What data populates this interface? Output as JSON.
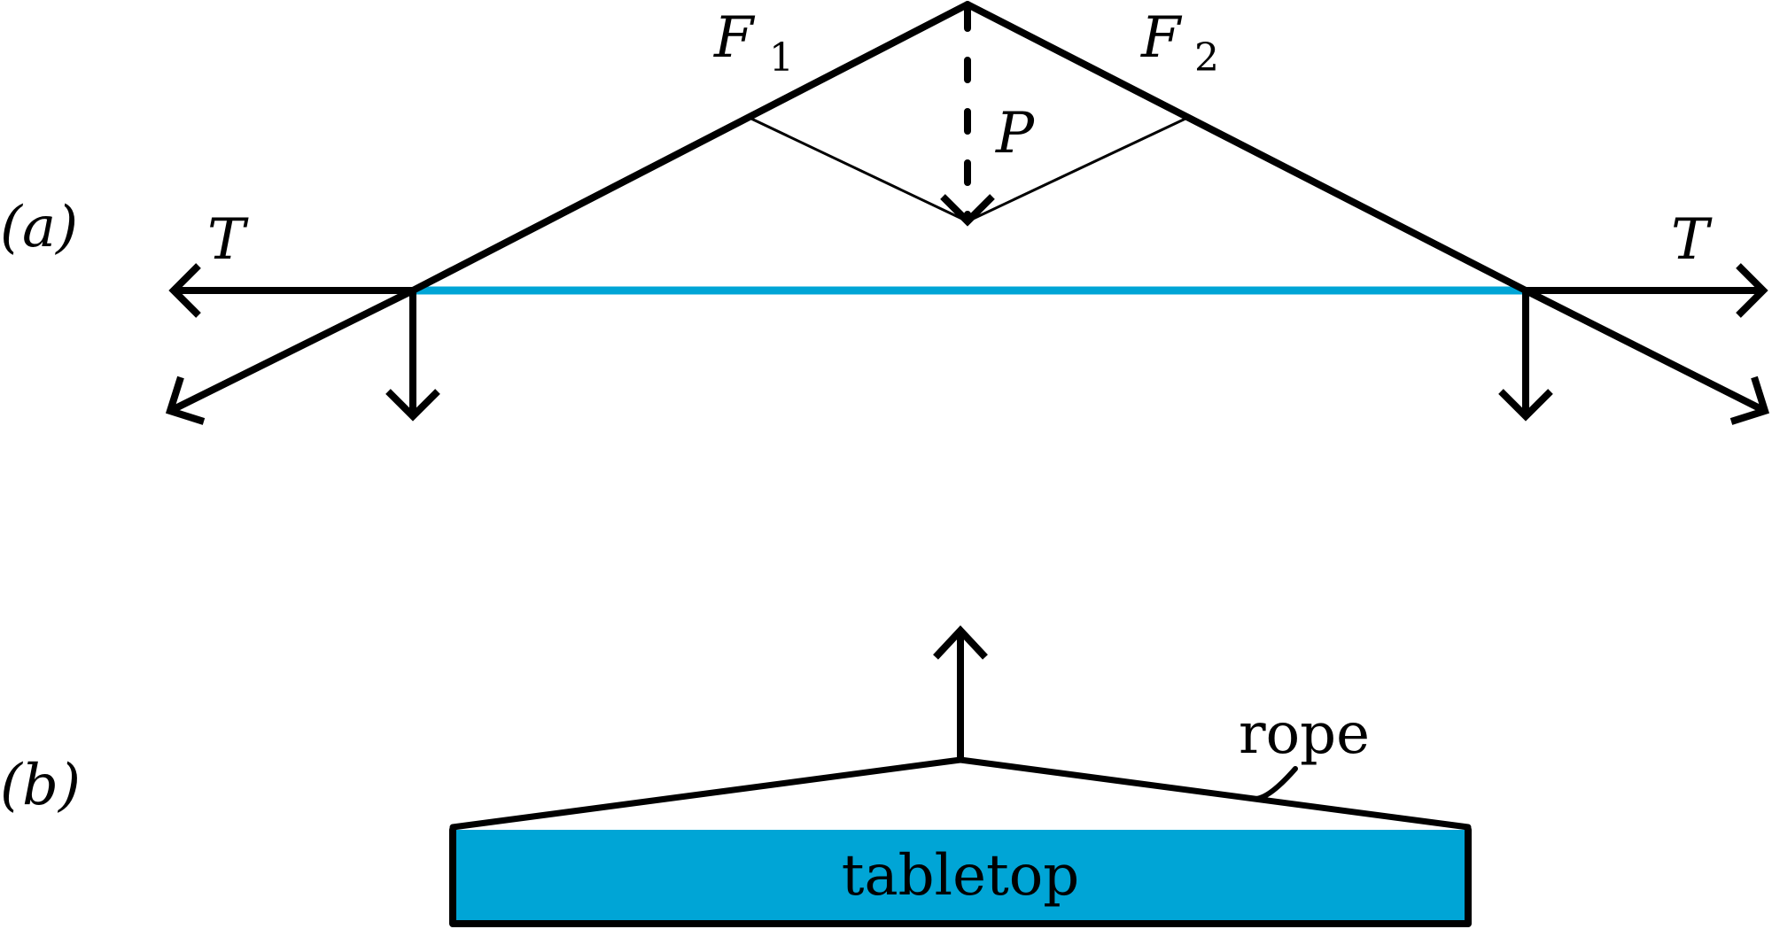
{
  "panel_a": {
    "label": "(a)",
    "force_labels": {
      "f1": {
        "main": "F",
        "sub": "1"
      },
      "f2": {
        "main": "F",
        "sub": "2"
      },
      "p": "P",
      "t_left": "T",
      "t_right": "T"
    }
  },
  "panel_b": {
    "label": "(b)",
    "rope_label": "rope",
    "tabletop_label": "tabletop"
  },
  "colors": {
    "stroke": "#000000",
    "rod_blue": "#00A5D6",
    "tabletop_fill": "#00A5D6",
    "background": "#ffffff"
  }
}
